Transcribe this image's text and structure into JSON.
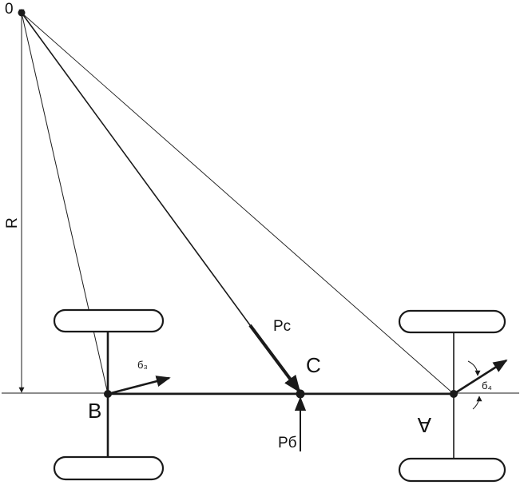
{
  "colors": {
    "stroke": "#1a1a1a",
    "background": "#ffffff"
  },
  "labels": {
    "center": "0",
    "radius": "R",
    "point_b": "B",
    "point_c": "C",
    "point_a": "A",
    "force_pc": "Pс",
    "force_pb": "Pб",
    "angle_left": "б₃",
    "angle_right": "б₄"
  }
}
